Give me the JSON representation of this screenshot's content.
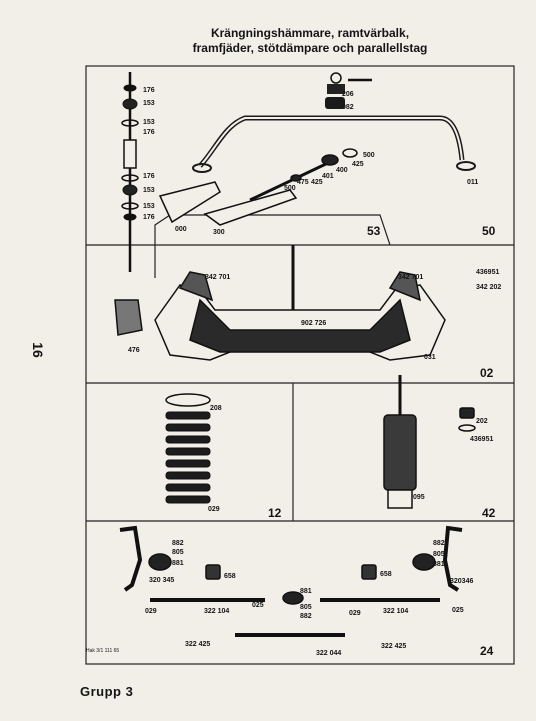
{
  "title": {
    "line1": "Krängningshämmare, ramtvärbalk,",
    "line2": "framfjäder, stötdämpare och parallellstag"
  },
  "page_number": "16",
  "footer": "Grupp 3",
  "drawing_code": "Hak 3/1 111 65",
  "sections": [
    "50",
    "53",
    "02",
    "12",
    "42",
    "24"
  ],
  "part_numbers": [
    "176",
    "153",
    "153",
    "176",
    "176",
    "153",
    "153",
    "176",
    "206",
    "082",
    "500",
    "425",
    "400",
    "401",
    "425",
    "475",
    "500",
    "011",
    "000",
    "300",
    "342 701",
    "342 701",
    "436951",
    "342 202",
    "902 726",
    "031",
    "476",
    "208",
    "029",
    "202",
    "436951",
    "095",
    "882",
    "805",
    "881",
    "882",
    "805",
    "881",
    "658",
    "658",
    "320 345",
    "320346",
    "029",
    "322 104",
    "025",
    "881",
    "805",
    "882",
    "029",
    "322 104",
    "025",
    "322 425",
    "322 044",
    "322 425"
  ]
}
